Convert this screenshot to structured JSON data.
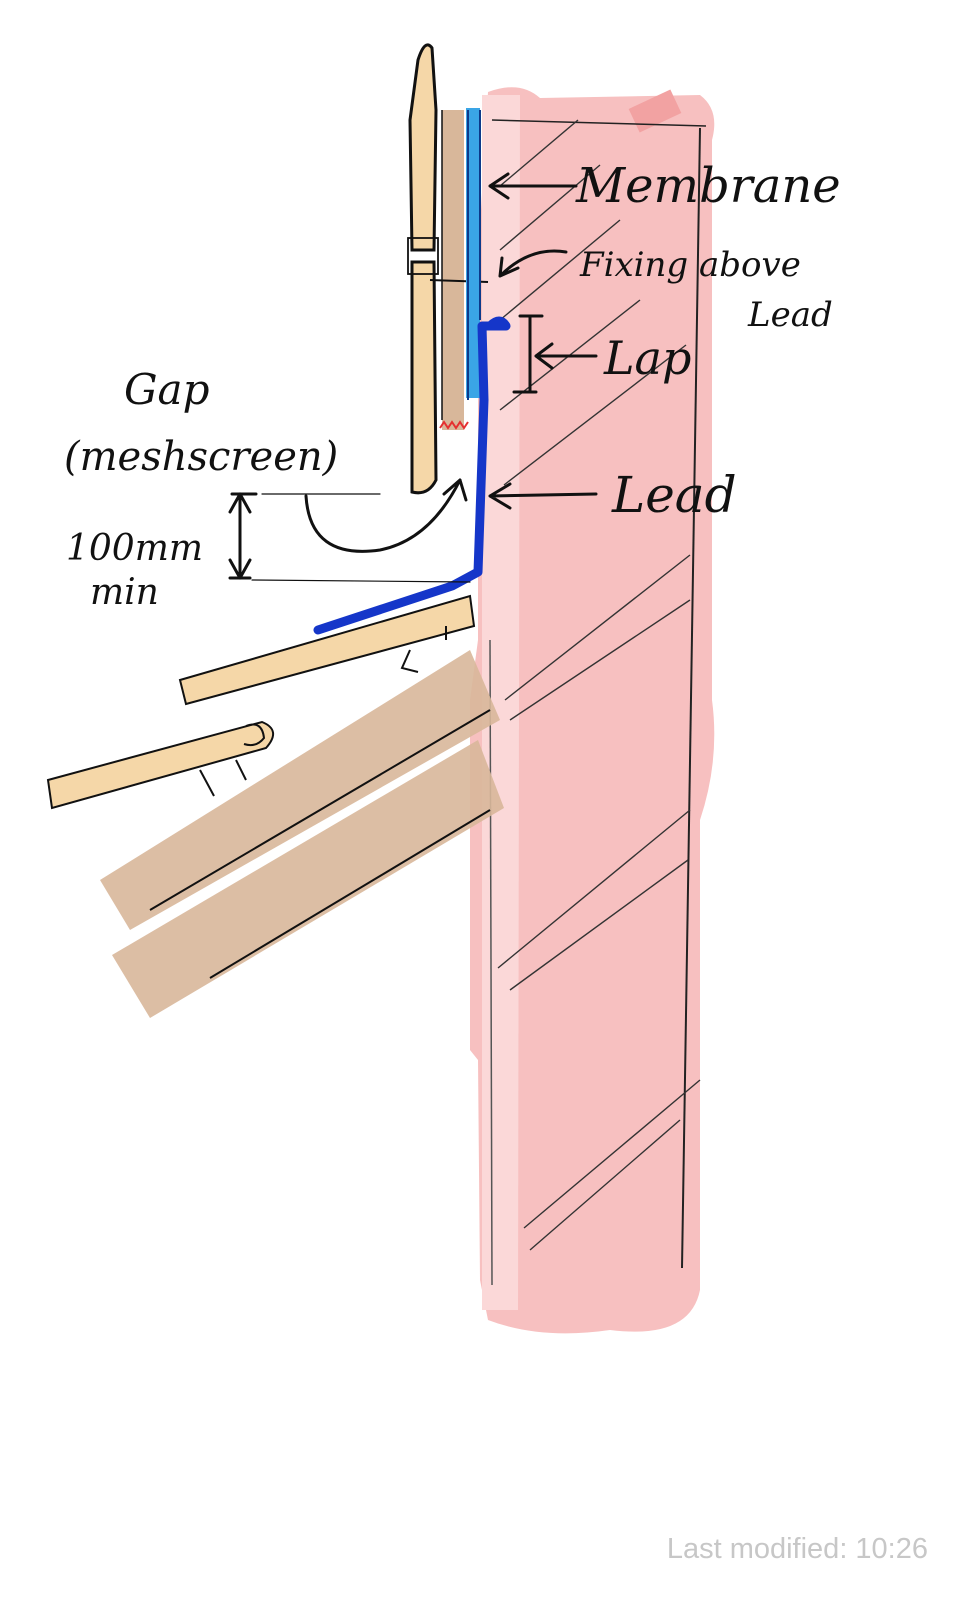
{
  "labels": {
    "membrane": "Membrane",
    "fixing_line1": "Fixing above",
    "fixing_line2": "Lead",
    "lap": "Lap",
    "lead": "Lead",
    "gap_line1": "Gap",
    "gap_line2": "(meshscreen)",
    "dimension_line1": "100mm",
    "dimension_line2": "min"
  },
  "footer": {
    "last_modified": "Last modified: 10:26"
  },
  "colors": {
    "wall": "#f7c0c0",
    "wall_light": "#fbd8d8",
    "timber_light": "#f5d7a8",
    "timber_dark": "#d8b79a",
    "lead": "#1536c9",
    "membrane": "#3aa5e6",
    "ink": "#111111"
  }
}
